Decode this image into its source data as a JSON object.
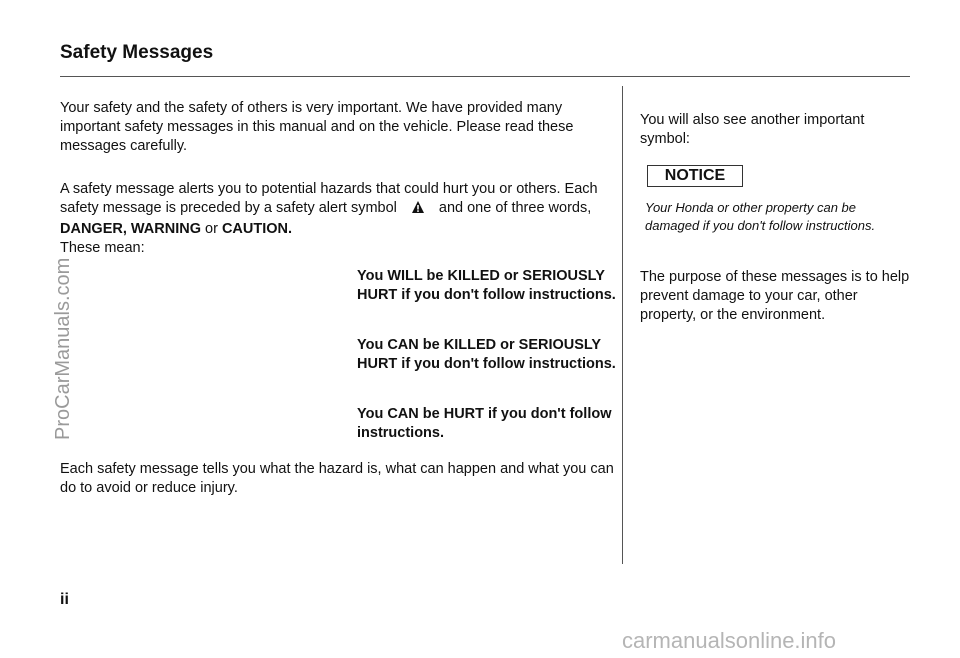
{
  "header": {
    "title": "Safety Messages"
  },
  "left": {
    "para1": "Your safety and the safety of others is very important. We have provided many important safety messages in this manual and on the vehicle. Please read these messages carefully.",
    "para2_a": "A safety message alerts you to potential hazards that could hurt you or others. Each safety message is preceded by a safety alert symbol",
    "para2_b": "and one of three words,",
    "word_danger_warning": "DANGER, WARNING",
    "or": "or",
    "word_caution": "CAUTION.",
    "para2_c": "These mean:",
    "warnings": [
      "You WILL be KILLED or SERIOUSLY HURT if you don't follow instructions.",
      "You CAN be KILLED or SERIOUSLY HURT if you don't follow instructions.",
      "You CAN be HURT if you don't follow instructions."
    ],
    "para3": "Each safety message tells you what the hazard is, what can happen and what you can do to avoid or reduce injury."
  },
  "right": {
    "intro": "You will also see another important symbol:",
    "notice_label": "NOTICE",
    "notice_text": "Your Honda or other property can be damaged if you don't follow instructions.",
    "purpose": "The purpose of these messages is to help prevent damage to your car, other property, or the environment."
  },
  "footer": {
    "page_number": "ii"
  },
  "watermarks": {
    "side": "ProCarManuals.com",
    "bottom": "carmanualsonline.info"
  }
}
